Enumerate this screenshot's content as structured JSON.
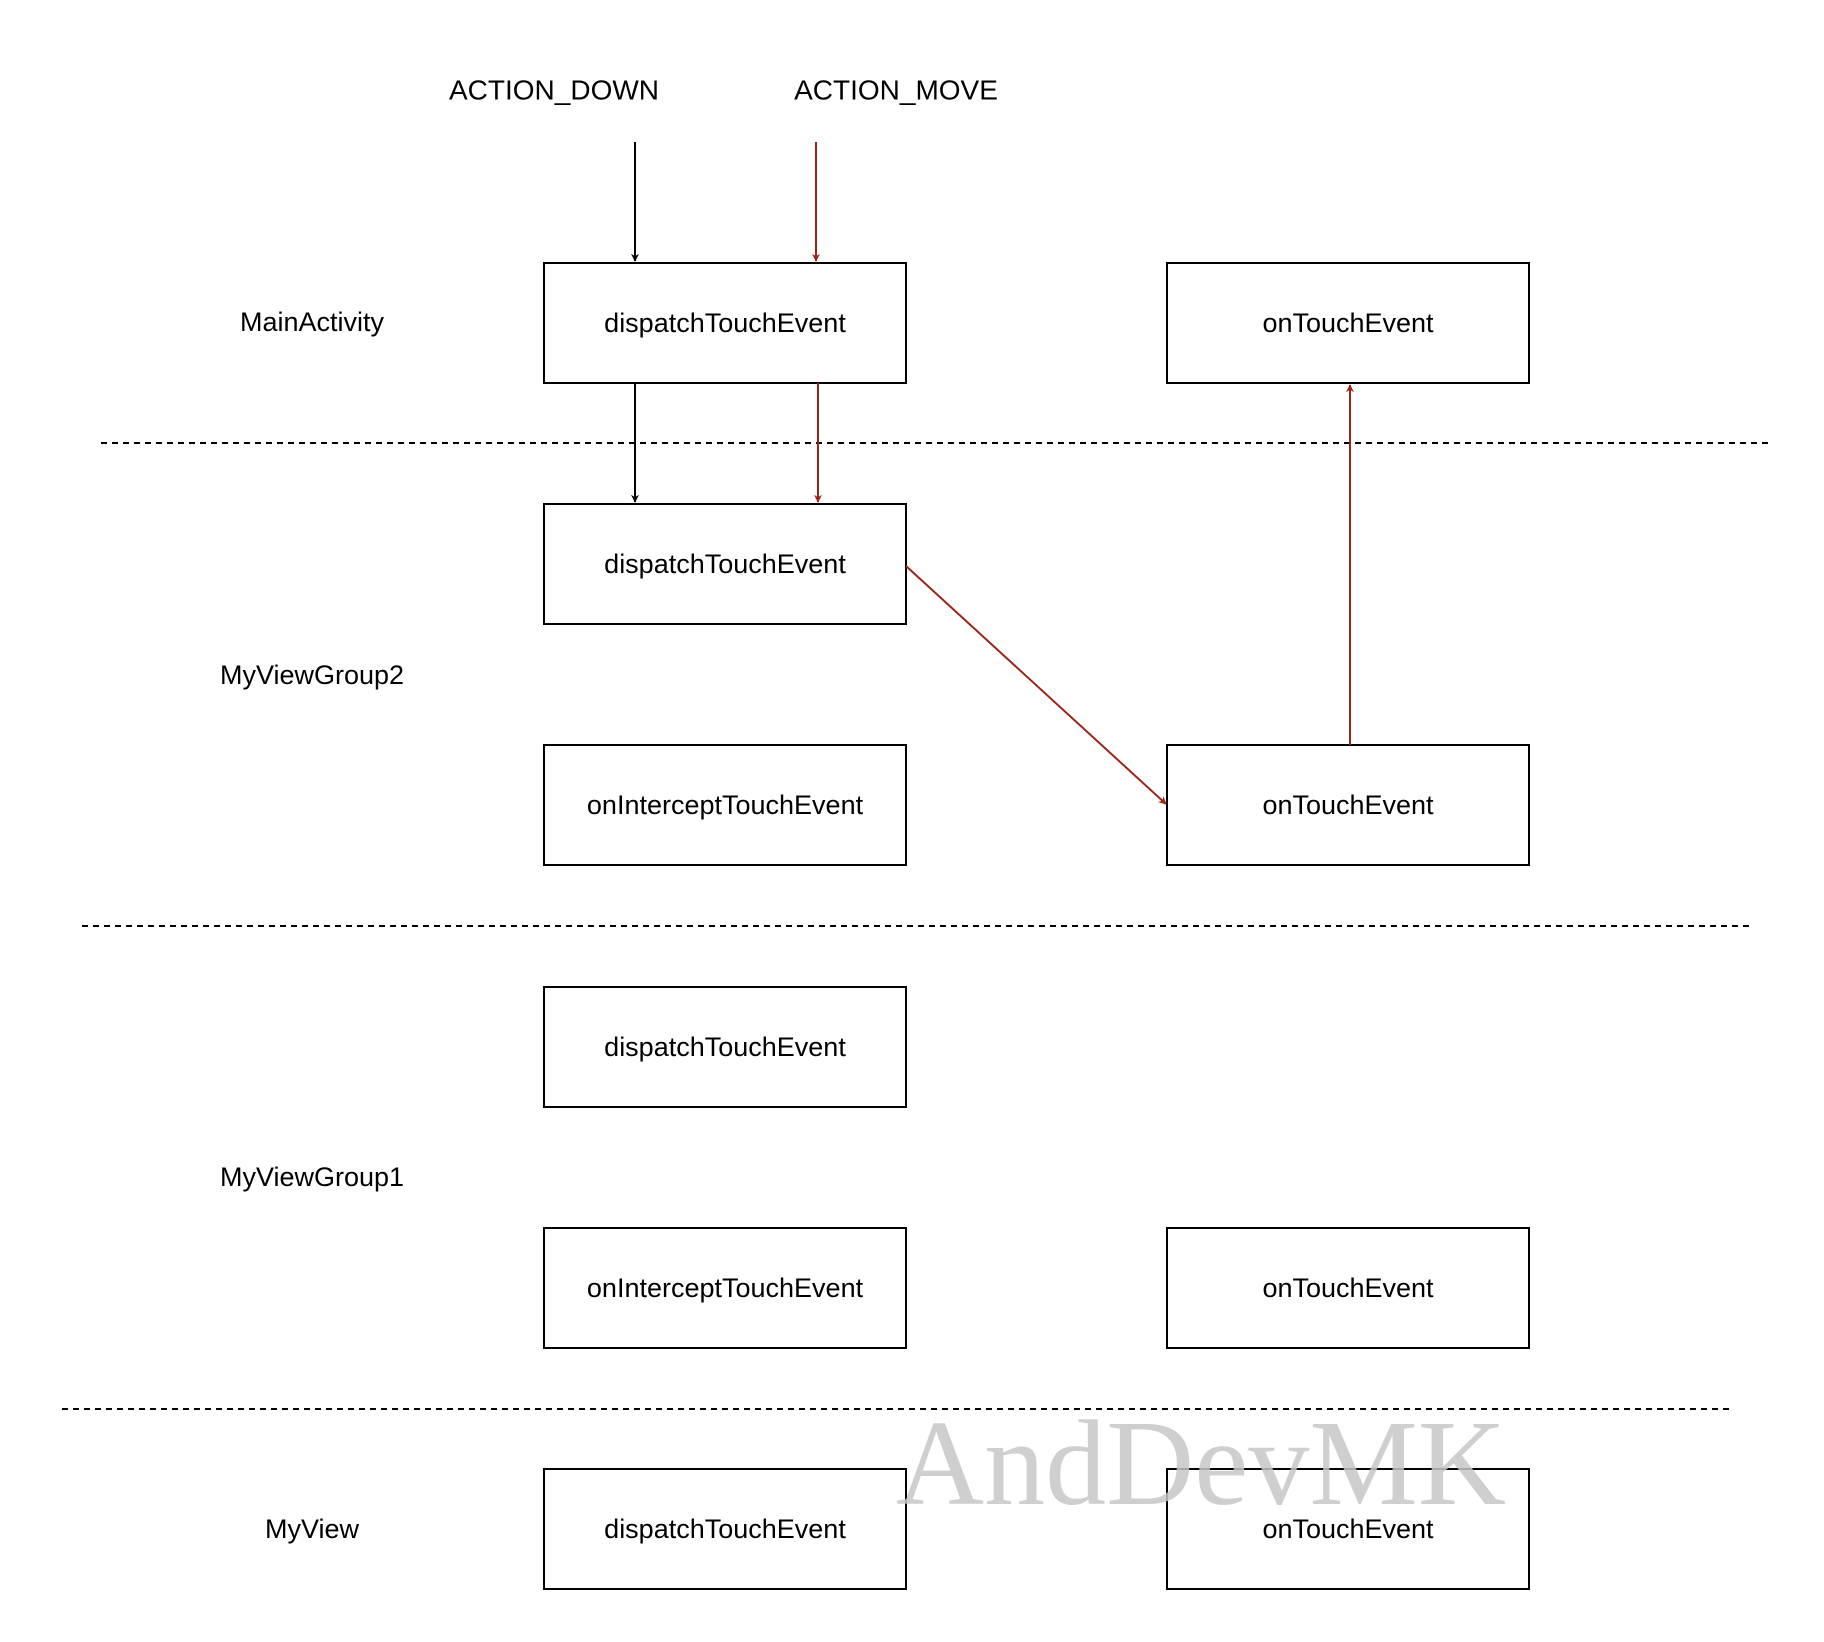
{
  "events": {
    "down_label": "ACTION_DOWN",
    "move_label": "ACTION_MOVE"
  },
  "layers": {
    "main_activity": "MainActivity",
    "view_group2": "MyViewGroup2",
    "view_group1": "MyViewGroup1",
    "view": "MyView"
  },
  "methods": {
    "dispatch": "dispatchTouchEvent",
    "intercept": "onInterceptTouchEvent",
    "touch": "onTouchEvent"
  },
  "colors": {
    "down_arrow": "#000000",
    "move_arrow": "#9b2318",
    "watermark": "#c7c7c7"
  },
  "watermark": "AndDevMK"
}
